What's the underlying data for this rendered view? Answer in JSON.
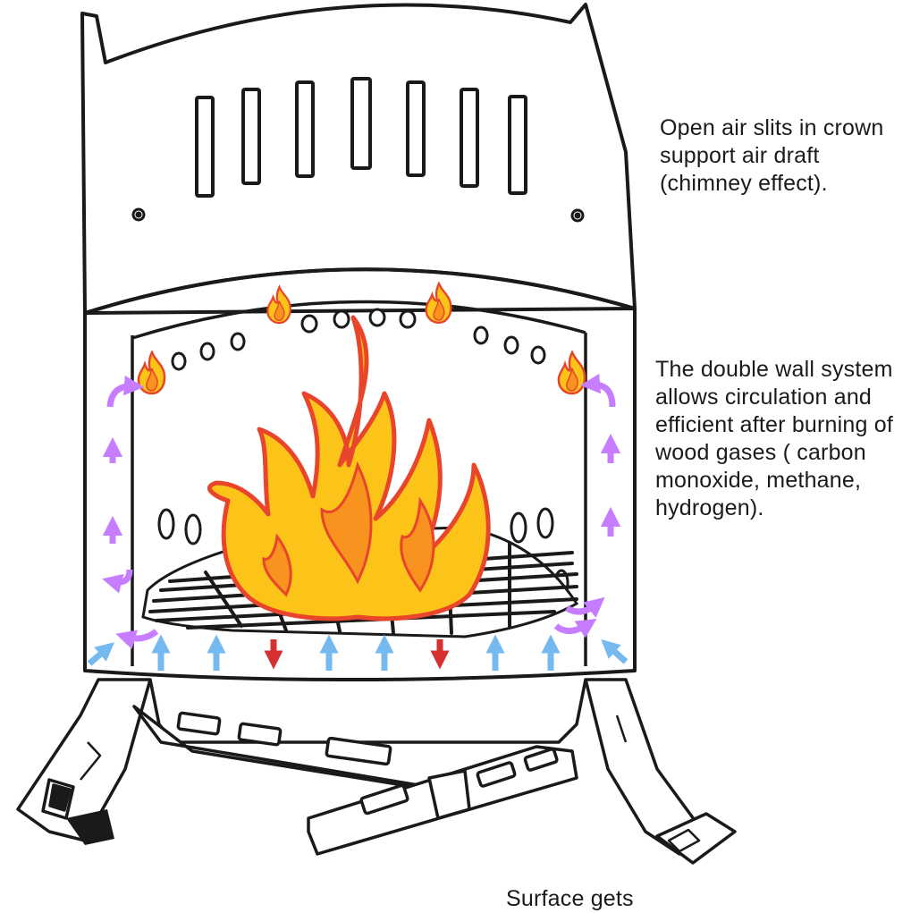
{
  "annotations": {
    "crown_slits": "Open air slits in crown support air draft (chimney effect).",
    "double_wall": "The double wall system allows circulation and efficient after burning of wood gases ( carbon monoxide, methane, hydrogen).",
    "surface": "Surface gets"
  },
  "colors": {
    "outline": "#1a1a1a",
    "flame_fill": "#fcc419",
    "flame_stroke": "#e8452c",
    "flame_inner": "#f7931e",
    "secondary_air_arrow": "#c77dff",
    "intake_air_arrow": "#74b9f0",
    "downward_arrow": "#d63030"
  },
  "legend_icons": [
    "crown-air-slit",
    "flame-icon",
    "circulation-arrow",
    "intake-arrow",
    "downdraft-arrow",
    "fire-grate"
  ]
}
